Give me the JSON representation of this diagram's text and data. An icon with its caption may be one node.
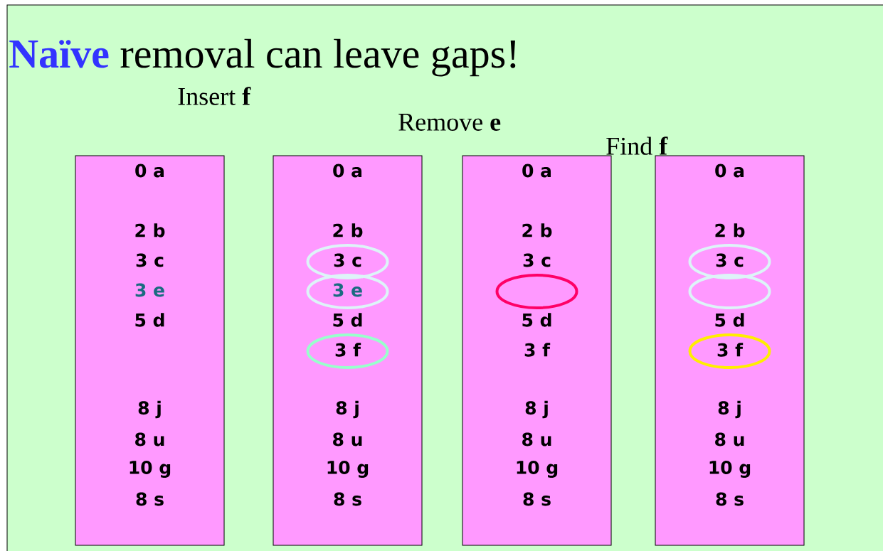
{
  "diagram": {
    "title": "**Naïve** removal can leave gaps!",
    "nodes": [
      {
        "text": [
          "0 a",
          "2 b",
          "3 c",
          "3 e",
          "5 d",
          "8 j",
          "8 u",
          "10 g",
          "8 s"
        ]
      },
      {
        "text": [
          "0 a",
          "2 b",
          "3 c",
          "3 e",
          "5 d",
          "3 f",
          "8 j",
          "8 u",
          "10 g",
          "8 s"
        ]
      },
      {
        "text": [
          "0 a",
          "2 b",
          "3 c",
          "5 d",
          "3 f",
          "8 j",
          "8 u",
          "10 g",
          "8 s"
        ]
      },
      {
        "text": [
          "0 a",
          "2 b",
          "3 c",
          "5 d",
          "3 f",
          "8 j",
          "8 u",
          "10 g",
          "8 s"
        ]
      }
    ],
    "labels": [
      "Insert **f**",
      "Remove **e**",
      "Find **f**"
    ]
  }
}
